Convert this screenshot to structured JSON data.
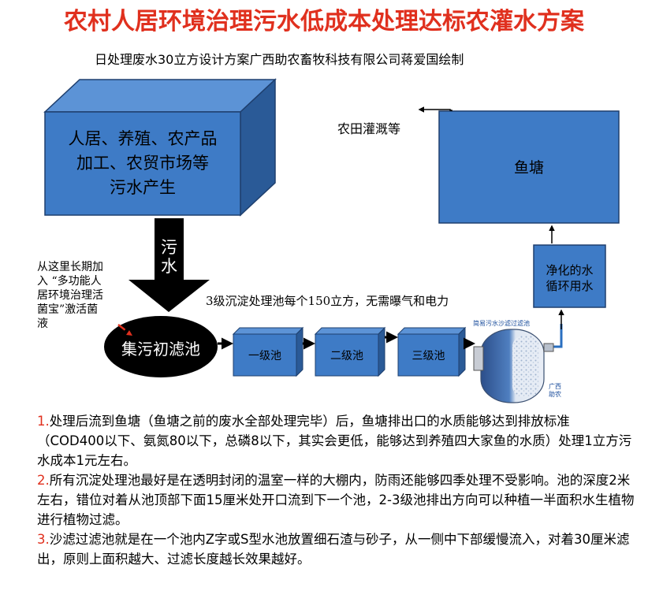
{
  "title": "农村人居环境治理污水低成本处理达标农灌水方案",
  "subtitle": "日处理废水30立方设计方案广西助农畜牧科技有限公司蒋爱国绘制",
  "colors": {
    "box_fill": "#3e7bc6",
    "box_dark": "#2a5a97",
    "box_light": "#5c93d6",
    "title_red": "#e0301e",
    "arrow": "#000000"
  },
  "source_box": {
    "lines": [
      "人居、养殖、农产品",
      "加工、农贸市场等",
      "污水产生"
    ]
  },
  "down_arrow_label": [
    "污",
    "水"
  ],
  "additive_note": {
    "lines": [
      "从这里长期加",
      "入 “多功能人",
      "居环境治理活",
      "菌宝”激活菌",
      "液"
    ]
  },
  "collect_pool": {
    "label": "集污初滤池"
  },
  "sediment_caption": "3级沉淀处理池每个150立方，无需曝气和电力",
  "stages": [
    {
      "label": "一级池"
    },
    {
      "label": "二级池"
    },
    {
      "label": "三级池"
    }
  ],
  "filter_tank": {
    "caption": "简易污水沙滤过滤池",
    "brand": [
      "广西",
      "助农"
    ]
  },
  "recycle_box": {
    "lines": [
      "净化的水",
      "循环用水"
    ]
  },
  "fish_pond": {
    "label": "鱼塘"
  },
  "irrigation_label": "农田灌溉等",
  "notes": [
    {
      "num": "1.",
      "text": "处理后流到鱼塘（鱼塘之前的废水全部处理完毕）后，鱼塘排出口的水质能够达到排放标准（COD400以下、氨氮80以下，总磷8以下，其实会更低，能够达到养殖四大家鱼的水质）处理1立方污水成本1元左右。"
    },
    {
      "num": "2.",
      "text": "所有沉淀处理池最好是在透明封闭的温室一样的大棚内，防雨还能够四季处理不受影响。池的深度2米左右，错位对着从池顶部下面15厘米处开口流到下一个池，2-3级池排出方向可以种植一半面积水生植物进行植物过滤。"
    },
    {
      "num": "3.",
      "text": "沙滤过滤池就是在一个池内Z字或S型水池放置细石渣与砂子，从一侧中下部缓慢流入，对着30厘米滤出，原则上面积越大、过滤长度越长效果越好。"
    }
  ]
}
